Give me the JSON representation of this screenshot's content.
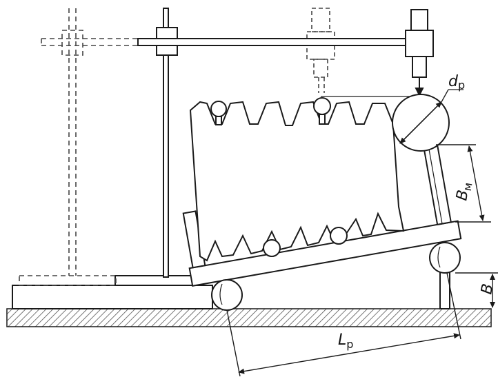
{
  "labels": {
    "dp": {
      "main": "d",
      "sub": "p"
    },
    "bm": {
      "main": "B",
      "sub": "м"
    },
    "b": {
      "main": "B",
      "sub": ""
    },
    "lp": {
      "main": "L",
      "sub": "p"
    }
  },
  "colors": {
    "stroke": "#1a1a1a",
    "fill": "#ffffff",
    "hatch": "#555555"
  }
}
